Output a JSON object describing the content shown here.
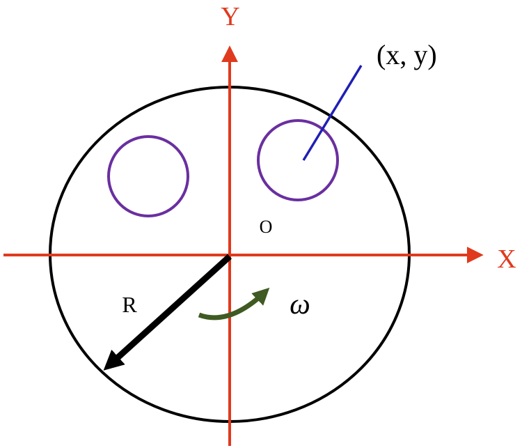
{
  "diagram": {
    "axis_x_label": "X",
    "axis_y_label": "Y",
    "origin_label": "O",
    "radius_label": "R",
    "omega_label": "ω",
    "point_label": "(x, y)"
  },
  "colors": {
    "axes": "#e03a1e",
    "disk": "#000000",
    "holes": "#6a2fa0",
    "pointer": "#1f1fb5",
    "rotation_arrow": "#3f5a22",
    "radius_arrow": "#000000",
    "text": "#000000"
  }
}
